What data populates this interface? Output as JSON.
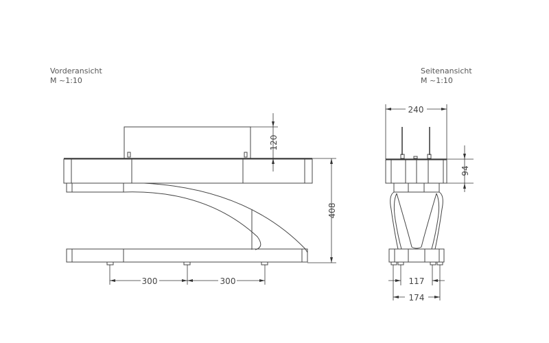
{
  "views": {
    "front": {
      "title": "Vorderansicht",
      "scale": "M  ~1:10"
    },
    "side": {
      "title": "Seitenansicht",
      "scale": "M  ~1:10"
    }
  },
  "dimensions": {
    "front_top_height": "120",
    "front_total_height": "408",
    "front_foot_spacing_1": "300",
    "front_foot_spacing_2": "300",
    "side_width": "240",
    "side_top_height": "94",
    "side_inner_foot_spacing": "117",
    "side_outer_foot_spacing": "174"
  }
}
